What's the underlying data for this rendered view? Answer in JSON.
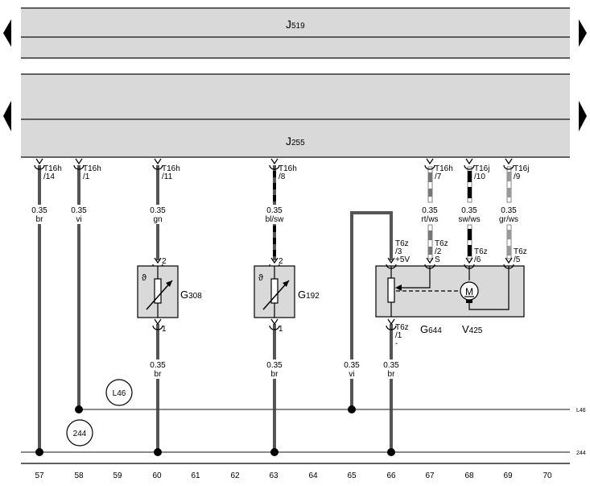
{
  "modules": {
    "top": {
      "letter": "J",
      "number": "519"
    },
    "bottom": {
      "letter": "J",
      "number": "255"
    }
  },
  "connectors": [
    {
      "id": "c57",
      "name": "T16h",
      "pin": "/14"
    },
    {
      "id": "c58",
      "name": "T16h",
      "pin": "/1"
    },
    {
      "id": "c60",
      "name": "T16h",
      "pin": "/11"
    },
    {
      "id": "c63",
      "name": "T16h",
      "pin": "/8"
    },
    {
      "id": "c67",
      "name": "T16h",
      "pin": "/7"
    },
    {
      "id": "c68",
      "name": "T16j",
      "pin": "/10"
    },
    {
      "id": "c69",
      "name": "T16j",
      "pin": "/9"
    }
  ],
  "wires": [
    {
      "id": "w57",
      "size": "0.35",
      "color": "br"
    },
    {
      "id": "w58",
      "size": "0.35",
      "color": "vi"
    },
    {
      "id": "w60",
      "size": "0.35",
      "color": "gn"
    },
    {
      "id": "w63",
      "size": "0.35",
      "color": "bl/sw"
    },
    {
      "id": "w67",
      "size": "0.35",
      "color": "rt/ws"
    },
    {
      "id": "w68",
      "size": "0.35",
      "color": "sw/ws"
    },
    {
      "id": "w69",
      "size": "0.35",
      "color": "gr/ws"
    },
    {
      "id": "w60b",
      "size": "0.35",
      "color": "br"
    },
    {
      "id": "w63b",
      "size": "0.35",
      "color": "br"
    },
    {
      "id": "w65",
      "size": "0.35",
      "color": "vi"
    },
    {
      "id": "w66",
      "size": "0.35",
      "color": "br"
    }
  ],
  "components": {
    "g308": {
      "letter": "G",
      "number": "308",
      "pin_top": "2",
      "pin_bottom": "1"
    },
    "g192": {
      "letter": "G",
      "number": "192",
      "pin_top": "2",
      "pin_bottom": "1"
    },
    "g644": {
      "letter": "G",
      "number": "644"
    },
    "v425": {
      "letter": "V",
      "number": "425",
      "motor_symbol": "M"
    }
  },
  "t6z_pins": [
    {
      "id": "p3",
      "lines": [
        "T6z",
        "/3",
        "+5V"
      ]
    },
    {
      "id": "p2",
      "lines": [
        "T6z",
        "/2",
        "S"
      ]
    },
    {
      "id": "p6",
      "lines": [
        "T6z",
        "/6"
      ]
    },
    {
      "id": "p5",
      "lines": [
        "T6z",
        "/5"
      ]
    },
    {
      "id": "p1",
      "lines": [
        "T6z",
        "/1",
        "-"
      ]
    }
  ],
  "ground_refs": {
    "l46": "L46",
    "r244": "244"
  },
  "bus_labels": {
    "l46": "L46",
    "r244": "244"
  },
  "sensor_symbol": "ϑ",
  "columns": [
    "57",
    "58",
    "59",
    "60",
    "61",
    "62",
    "63",
    "64",
    "65",
    "66",
    "67",
    "68",
    "69",
    "70"
  ]
}
